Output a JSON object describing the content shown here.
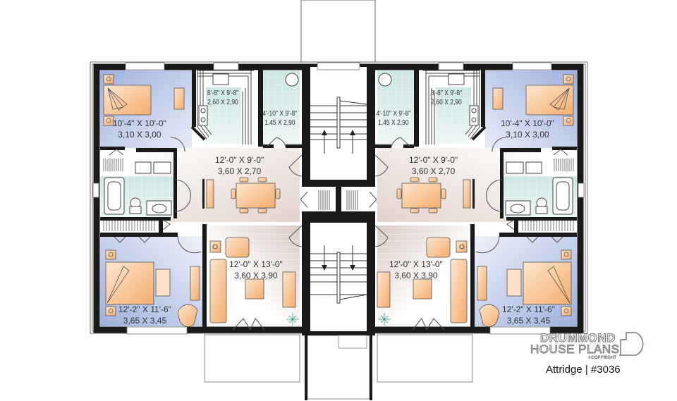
{
  "title": "Attridge | #3036",
  "brand": {
    "line1": "DRUMMOND",
    "line2": "HOUSE PLANS",
    "copyright": "©COPYRIGHT",
    "plan_name": "Attridge | #3036"
  },
  "colors": {
    "wall": "#1a1a1a",
    "bedroom_floor": "#a9b9df",
    "tile_floor": "#cfe7e4",
    "living_floor": "#e9ddd7",
    "furniture": "#f6b77d",
    "plant": "#2a9a86"
  },
  "units": [
    {
      "side": "left",
      "rooms": [
        {
          "name": "bedroom-1",
          "imperial": "10'-4\" X 10'-0\"",
          "metric": "3,10 X 3,00"
        },
        {
          "name": "kitchen",
          "imperial": "8'-8\" X 9'-8\"",
          "metric": "2,60 X 2,90"
        },
        {
          "name": "laundry",
          "imperial": "4'-10\" X 9'-8\"",
          "metric": "1,45 X 2,90"
        },
        {
          "name": "dining",
          "imperial": "12'-0\" X 9'-0\"",
          "metric": "3,60 X 2,70"
        },
        {
          "name": "living",
          "imperial": "12'-0\" X 13'-0\"",
          "metric": "3,60 X 3,90"
        },
        {
          "name": "bedroom-2",
          "imperial": "12'-2\" X 11'-6\"",
          "metric": "3,65 X 3,45"
        }
      ]
    },
    {
      "side": "right",
      "rooms": [
        {
          "name": "bedroom-1",
          "imperial": "10'-4\" X 10'-0\"",
          "metric": "3,10 X 3,00"
        },
        {
          "name": "kitchen",
          "imperial": "8'-8\" X 9'-8\"",
          "metric": "2,60 X 2,90"
        },
        {
          "name": "laundry",
          "imperial": "4'-10\" X 9'-8\"",
          "metric": "1,45 X 2,90"
        },
        {
          "name": "dining",
          "imperial": "12'-0\" X 9'-0\"",
          "metric": "3,60 X 2,70"
        },
        {
          "name": "living",
          "imperial": "12'-0\" X 13'-0\"",
          "metric": "3,60 X 3,90"
        },
        {
          "name": "bedroom-2",
          "imperial": "12'-2\" X 11'-6\"",
          "metric": "3,65 X 3,45"
        }
      ]
    }
  ],
  "stairs": {
    "upper_direction": "up",
    "lower_direction": "down"
  }
}
